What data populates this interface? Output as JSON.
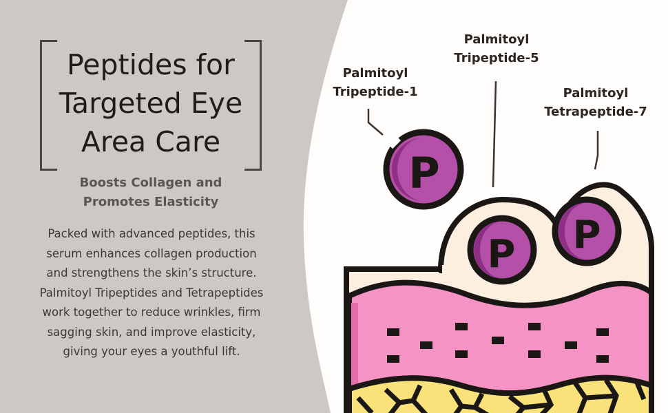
{
  "heading": {
    "lines": [
      "Peptides for",
      "Targeted Eye",
      "Area Care"
    ]
  },
  "subheading": {
    "lines": [
      "Boosts Collagen and",
      "Promotes Elasticity"
    ]
  },
  "description": {
    "lines": [
      "Packed with advanced peptides, this",
      "serum enhances collagen production",
      "and strengthens the skin’s structure.",
      "Palmitoyl Tripeptides and Tetrapeptides",
      "work together to reduce wrinkles, firm",
      "sagging skin, and improve elasticity,",
      "giving your eyes a youthful lift."
    ]
  },
  "peptides": [
    {
      "lines": [
        "Palmitoyl",
        "Tripeptide-1"
      ],
      "letter": "P"
    },
    {
      "lines": [
        "Palmitoyl",
        "Tripeptide-5"
      ],
      "letter": "P"
    },
    {
      "lines": [
        "Palmitoyl",
        "Tetrapeptide-7"
      ],
      "letter": "P"
    }
  ],
  "colors": {
    "left_panel": "#ccc9c5",
    "right_panel": "#fefdfb",
    "outline": "#1a1715",
    "peptide_fill": "#b550a8",
    "peptide_shadow": "#8e2f86",
    "epidermis": "#fcefe0",
    "dermis": "#f493c4",
    "dermis_shadow": "#e46eaa",
    "fat_layer": "#f9e27a"
  }
}
